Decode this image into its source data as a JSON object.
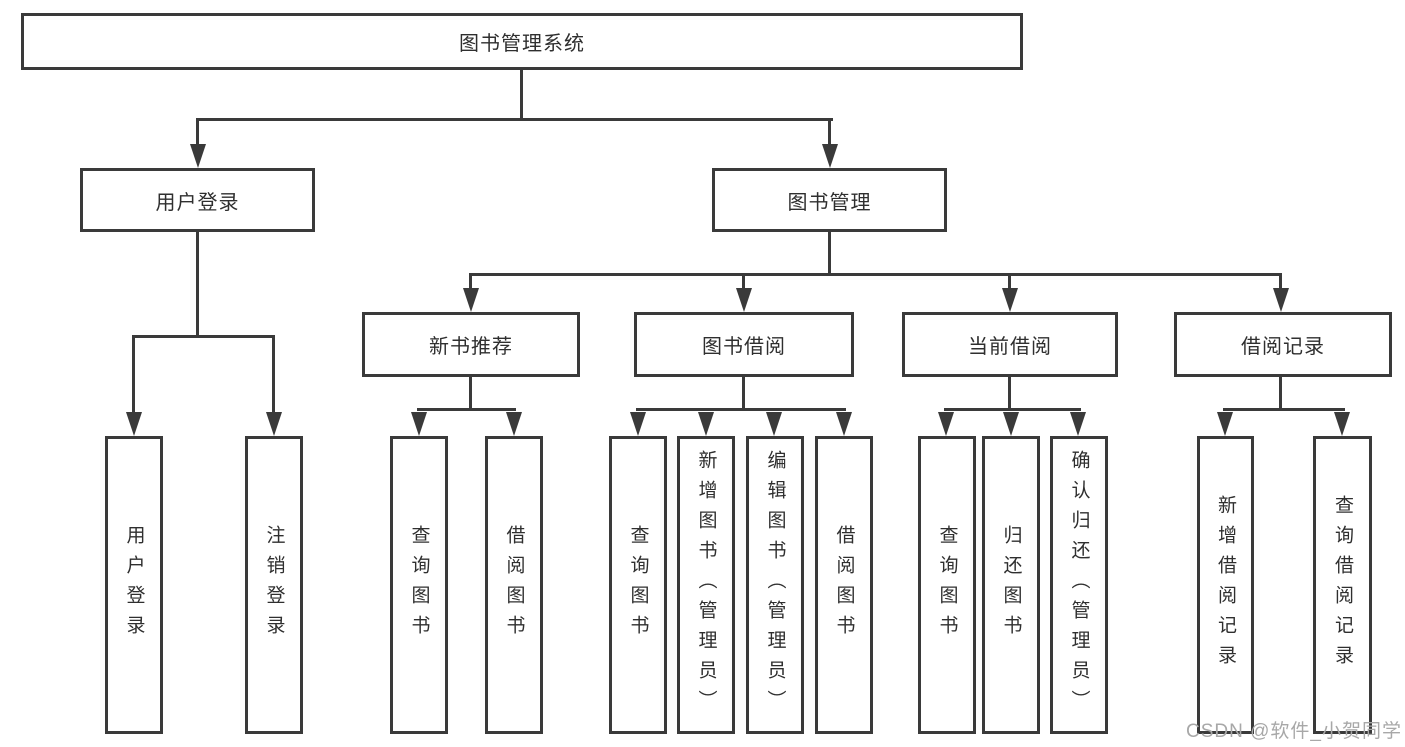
{
  "diagram": {
    "root": {
      "label": "图书管理系统"
    },
    "level2": {
      "user_login": {
        "label": "用户登录"
      },
      "book_management": {
        "label": "图书管理"
      }
    },
    "level3": {
      "new_book_recommend": {
        "label": "新书推荐"
      },
      "book_borrow": {
        "label": "图书借阅"
      },
      "current_borrow": {
        "label": "当前借阅"
      },
      "borrow_record": {
        "label": "借阅记录"
      }
    },
    "leaves": {
      "user_login_leaf": {
        "label": "用户登录"
      },
      "logout_leaf": {
        "label": "注销登录"
      },
      "nb_query_book": {
        "label": "查询图书"
      },
      "nb_borrow_book": {
        "label": "借阅图书"
      },
      "bb_query_book": {
        "label": "查询图书"
      },
      "bb_add_book": {
        "label": "新增图书（管理员）"
      },
      "bb_edit_book": {
        "label": "编辑图书（管理员）"
      },
      "bb_borrow_book": {
        "label": "借阅图书"
      },
      "cb_query_book": {
        "label": "查询图书"
      },
      "cb_return_book": {
        "label": "归还图书"
      },
      "cb_confirm_return": {
        "label": "确认归还（管理员）"
      },
      "br_add_record": {
        "label": "新增借阅记录"
      },
      "br_query_record": {
        "label": "查询借阅记录"
      }
    }
  },
  "watermark": {
    "text": "CSDN @软件_小贺同学"
  },
  "colors": {
    "line": "#3a3a3a",
    "text": "#2f2f2f",
    "background": "#ffffff",
    "watermark": "#a8a8a8"
  }
}
